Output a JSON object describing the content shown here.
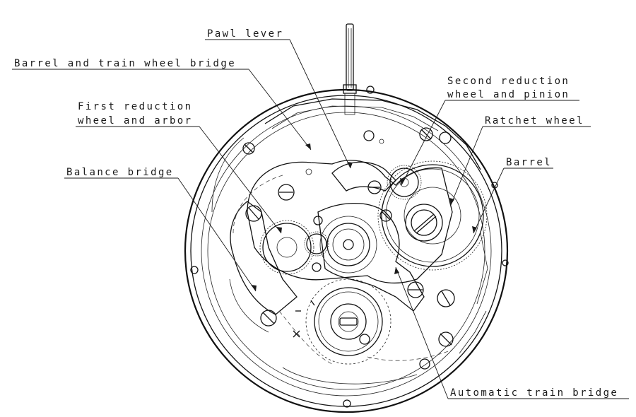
{
  "diagram": {
    "labels": {
      "pawl_lever": "Pawl lever",
      "barrel_and_train_wheel_bridge": "Barrel and train wheel bridge",
      "first_reduction_line1": "First reduction",
      "first_reduction_line2": "wheel and arbor",
      "balance_bridge": "Balance bridge",
      "second_reduction_line1": "Second reduction",
      "second_reduction_line2": "wheel and pinion",
      "ratchet_wheel": "Ratchet wheel",
      "barrel": "Barrel",
      "automatic_train_bridge": "Automatic train bridge"
    }
  }
}
